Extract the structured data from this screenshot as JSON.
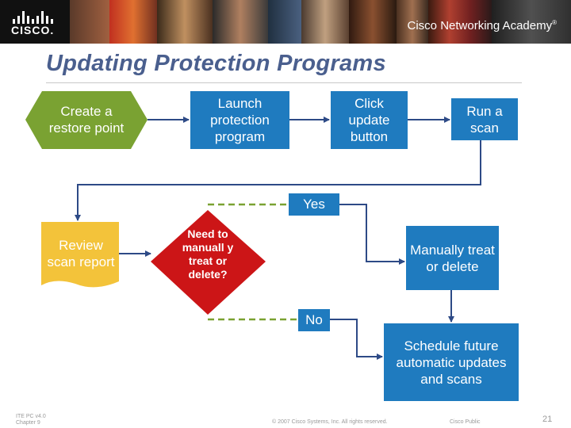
{
  "header": {
    "logo_text": "CISCO.",
    "academy_text": "Cisco Networking Academy",
    "academy_tm": "®"
  },
  "slide": {
    "title": "Updating Protection Programs"
  },
  "flow": {
    "restore": "Create a restore point",
    "launch": "Launch protection program",
    "update": "Click update button",
    "scan": "Run a scan",
    "review": "Review scan report",
    "decision": "Need to manuall y treat or delete?",
    "manual": "Manually treat or delete",
    "schedule": "Schedule future automatic updates and scans",
    "yes": "Yes",
    "no": "No"
  },
  "footer": {
    "course_line1": "ITE PC v4.0",
    "course_line2": "Chapter 9",
    "copyright": "© 2007 Cisco Systems, Inc. All rights reserved.",
    "classification": "Cisco Public",
    "page_number": "21"
  },
  "colors": {
    "green": "#7aa232",
    "blue": "#1f7bbf",
    "yellow": "#f3c33a",
    "red": "#cc1517",
    "title": "#4a5f8e"
  }
}
